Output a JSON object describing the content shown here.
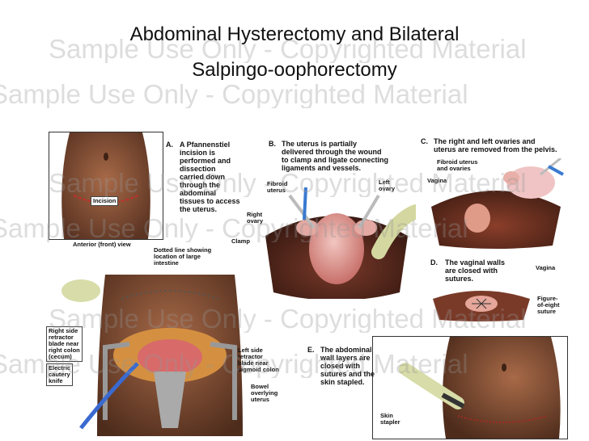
{
  "title": {
    "line1": "Abdominal Hysterectomy and Bilateral",
    "line2": "Salpingo-oophorectomy"
  },
  "watermark": "Sample Use Only - Copyrighted Material",
  "panelA": {
    "letter": "A.",
    "caption": "A Pfannenstiel\nincision is\nperformed and\ndissection\ncarried down\nthrough the\nabdominal\ntissues to access\nthe uterus.",
    "incision_label": "Incision",
    "view_label": "Anterior (front) view"
  },
  "panelB": {
    "letter": "B.",
    "caption": "The uterus is partially\ndelivered through the wound\nto clamp and ligate connecting\nligaments and vessels.",
    "labels": {
      "fibroid": "Fibroid\nuterus",
      "left_ovary": "Left\novary",
      "right_ovary": "Right\novary",
      "clamp": "Clamp"
    }
  },
  "panelC": {
    "letter": "C.",
    "caption": "The right and left ovaries and\nuterus are removed from the pelvis.",
    "labels": {
      "fibroid": "Fibroid uterus\nand ovaries",
      "vagina": "Vagina"
    }
  },
  "panelD": {
    "letter": "D.",
    "caption": "The vaginal walls\nare closed with\nsutures.",
    "labels": {
      "vagina": "Vagina",
      "figure8": "Figure-\nof-eight\nsuture"
    }
  },
  "panelE": {
    "letter": "E.",
    "caption": "The abdominal\nwall layers are\nclosed with\nsutures and the\nskin stapled.",
    "labels": {
      "stapler": "Skin\nstapler"
    }
  },
  "panelMain": {
    "labels": {
      "dotted": "Dotted line showing\nlocation of large\nintestine",
      "right_retractor": "Right side\nretractor\nblade near\nright colon\n(cecum)",
      "cautery": "Electric\ncautery\nknife",
      "left_retractor": "Left side\nretractor\nblade near\nsigmoid colon",
      "bowel": "Bowel\noverlying\nuterus"
    }
  }
}
